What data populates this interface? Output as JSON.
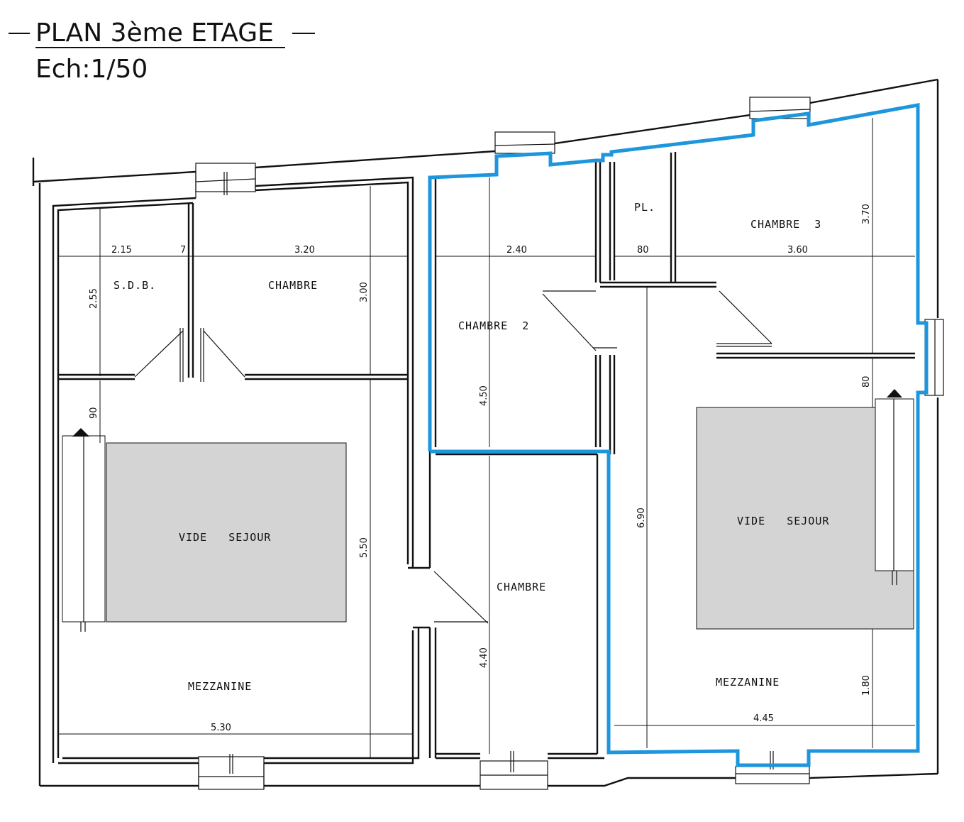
{
  "title": {
    "plan": "PLAN  3ème ETAGE",
    "scale": "Ech:1/50"
  },
  "rooms": {
    "sdb": "S.D.B.",
    "chambre_left": "CHAMBRE",
    "vide_sejour_left": "VIDE   SEJOUR",
    "mezzanine_left": "MEZZANINE",
    "chambre_2": "CHAMBRE  2",
    "chambre_mid": "CHAMBRE",
    "placard": "PL.",
    "chambre_3": "CHAMBRE  3",
    "vide_sejour_right": "VIDE   SEJOUR",
    "mezzanine_right": "MEZZANINE"
  },
  "dimensions": {
    "d_215": "2.15",
    "d_7": "7",
    "d_320": "3.20",
    "d_300": "3.00",
    "d_255": "2.55",
    "d_90": "90",
    "d_550": "5.50",
    "d_530": "5.30",
    "d_240": "2.40",
    "d_450": "4.50",
    "d_440": "4.40",
    "d_80a": "80",
    "d_360": "3.60",
    "d_370": "3.70",
    "d_80b": "80",
    "d_690": "6.90",
    "d_180": "1.80",
    "d_445": "4.45"
  },
  "colors": {
    "highlight": "#1e96dc",
    "void_fill": "#d4d4d4",
    "line": "#111111"
  }
}
